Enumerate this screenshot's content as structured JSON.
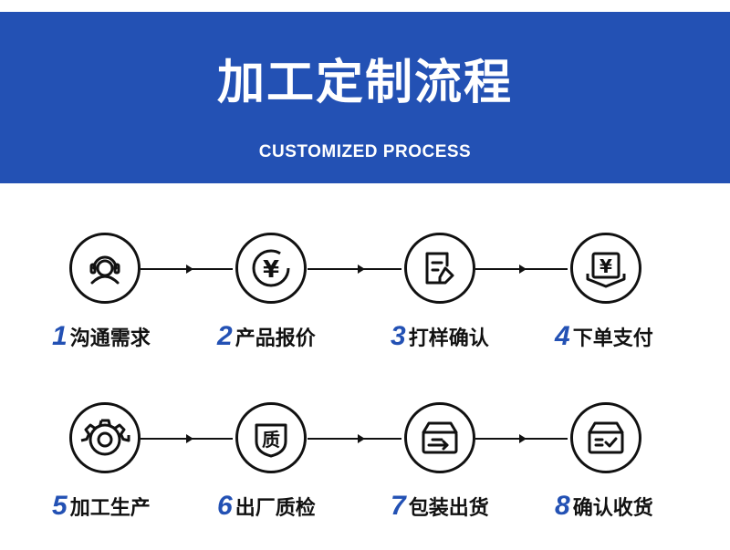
{
  "header": {
    "title": "加工定制流程",
    "subtitle": "CUSTOMIZED PROCESS"
  },
  "colors": {
    "brand_blue": "#2351b4",
    "icon_stroke": "#111111"
  },
  "steps": [
    {
      "number": "1",
      "label": "沟通需求",
      "icon": "headset-agent-icon"
    },
    {
      "number": "2",
      "label": "产品报价",
      "icon": "yen-coin-icon"
    },
    {
      "number": "3",
      "label": "打样确认",
      "icon": "document-edit-icon"
    },
    {
      "number": "4",
      "label": "下单支付",
      "icon": "yen-bill-icon"
    },
    {
      "number": "5",
      "label": "加工生产",
      "icon": "gear-icon"
    },
    {
      "number": "6",
      "label": "出厂质检",
      "icon": "quality-shield-icon"
    },
    {
      "number": "7",
      "label": "包装出货",
      "icon": "box-shipping-icon"
    },
    {
      "number": "8",
      "label": "确认收货",
      "icon": "box-check-icon"
    }
  ],
  "icon_glyphs": {
    "yen": "¥",
    "quality": "质"
  }
}
